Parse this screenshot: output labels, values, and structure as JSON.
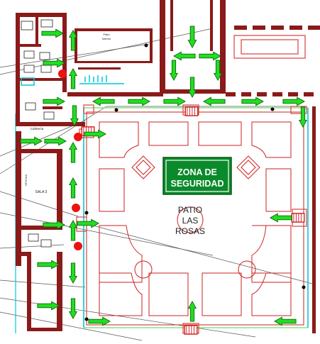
{
  "plan": {
    "safety_zone": {
      "line1": "ZONA DE",
      "line2": "SEGURIDAD"
    },
    "patio": {
      "line1": "PATIO",
      "line2": "LAS",
      "line3": "ROSAS"
    },
    "room_labels": {
      "patio_small": "Patio",
      "patio_small_sub": "Interior",
      "cafeteria": "Cafetería",
      "sala": "SALA 3",
      "oficina": "OFICINA"
    }
  },
  "colors": {
    "wall": "#8b1a1a",
    "wall_light": "#d94040",
    "arrow_fill": "#22dd22",
    "arrow_stroke": "#0a6a0a",
    "safety_bg": "#0a8a2a",
    "safety_text": "#ffffff",
    "extinguisher": "#ee1111",
    "cyan_line": "#00c8d8",
    "green_line": "#66dd66",
    "garden_line": "#cc2222"
  },
  "legend_icons": [
    "evacuation-arrow-icon",
    "fire-extinguisher-icon",
    "stairs-icon"
  ]
}
